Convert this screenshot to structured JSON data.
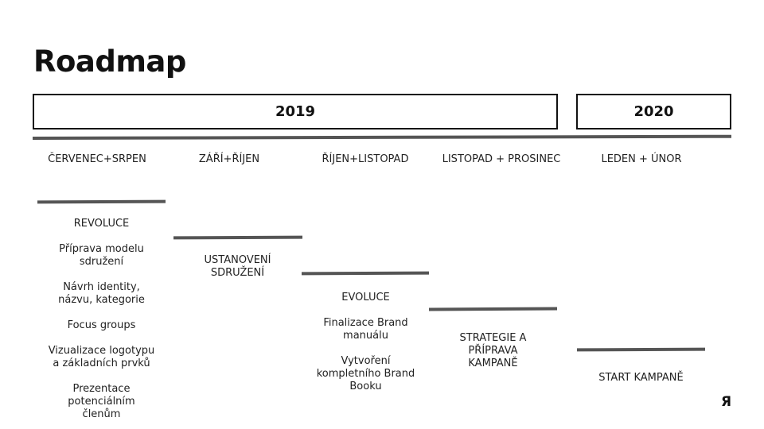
{
  "title": "Roadmap",
  "years": [
    "2019",
    "2020"
  ],
  "periods": [
    "ČERVENEC+SRPEN",
    "ZÁŘÍ+ŘÍJEN",
    "ŘÍJEN+LISTOPAD",
    "LISTOPAD + PROSINEC",
    "LEDEN + ÚNOR"
  ],
  "phases": [
    {
      "items": [
        "REVOLUCE",
        "Příprava modelu\nsdružení",
        "Návrh identity,\nnázvu, kategorie",
        "Focus groups",
        "Vizualizace logotypu\na základních prvků",
        "Prezentace\npotenciálním\nčlenům"
      ]
    },
    {
      "items": [
        "USTANOVENÍ\nSDRUŽENÍ"
      ]
    },
    {
      "items": [
        "EVOLUCE",
        "Finalizace Brand\nmanuálu",
        "Vytvoření\nkompletního Brand\nBooku"
      ]
    },
    {
      "items": [
        "STRATEGIE A\nPŘÍPRAVA\nKAMPANĚ"
      ]
    },
    {
      "items": [
        "START KAMPANĚ"
      ]
    }
  ],
  "logo": "Я"
}
